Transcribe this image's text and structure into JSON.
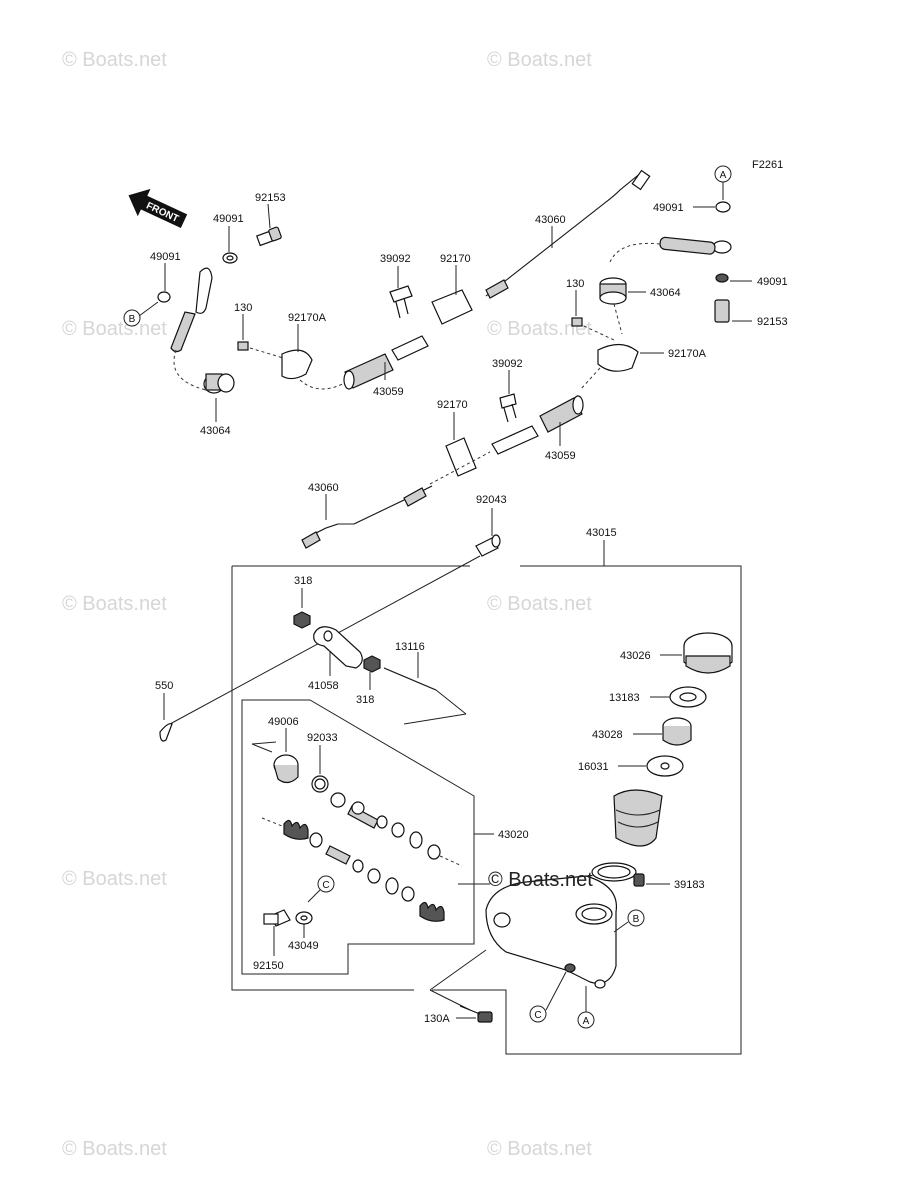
{
  "figure_code": "F2261",
  "front_label": "FRONT",
  "watermarks": [
    "© Boats.net",
    "© Boats.net",
    "© Boats.net",
    "© Boats.net",
    "© Boats.net",
    "© Boats.net",
    "© Boats.net",
    "© Boats.net",
    "© Boats.net"
  ],
  "watermark_dark": "© Boats.net",
  "labels": {
    "l92153a": "92153",
    "l49091a": "49091",
    "l49091b": "49091",
    "l130a": "130",
    "l92170Aa": "92170A",
    "l43064a": "43064",
    "l39092a": "39092",
    "l92170a": "92170",
    "l43059a": "43059",
    "l43060a": "43060",
    "l49091c": "49091",
    "l130b": "130",
    "l43064b": "43064",
    "l49091d": "49091",
    "l92153b": "92153",
    "l92170Ab": "92170A",
    "l39092b": "39092",
    "l92170b": "92170",
    "l43059b": "43059",
    "l43060b": "43060",
    "l92043": "92043",
    "l43015": "43015",
    "l318a": "318",
    "l41058": "41058",
    "l318b": "318",
    "l13116": "13116",
    "l550": "550",
    "l43026": "43026",
    "l13183": "13183",
    "l43028": "43028",
    "l16031": "16031",
    "l49006": "49006",
    "l92033": "92033",
    "l43020": "43020",
    "l39183": "39183",
    "l43049": "43049",
    "l92150": "92150",
    "l130A": "130A"
  },
  "markers": {
    "mA1": "A",
    "mA2": "A",
    "mB1": "B",
    "mB2": "B",
    "mC1": "C",
    "mC2": "C"
  }
}
